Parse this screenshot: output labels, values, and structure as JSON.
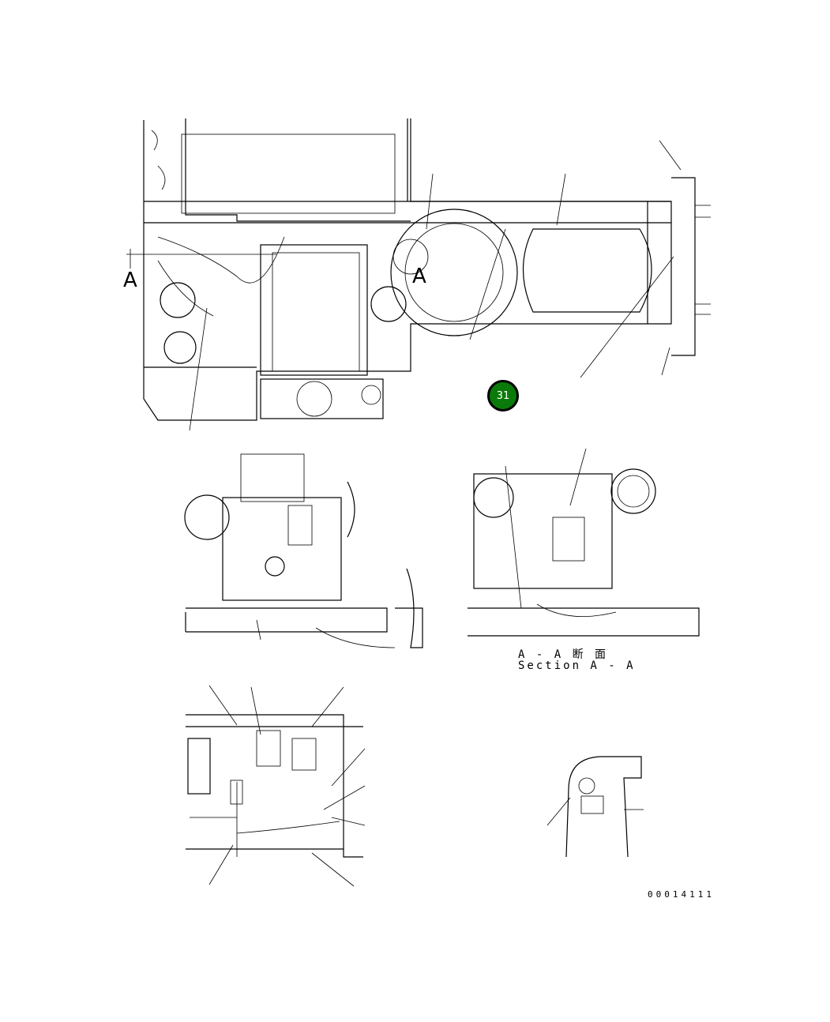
{
  "diagram": {
    "section_marker_left": "A",
    "section_marker_right": "A",
    "section_title_jp": "A - A 断 面",
    "section_title_en": "Section A - A",
    "document_number": "00014111",
    "callout": {
      "label": "31",
      "color": "#0a7a0a"
    }
  }
}
